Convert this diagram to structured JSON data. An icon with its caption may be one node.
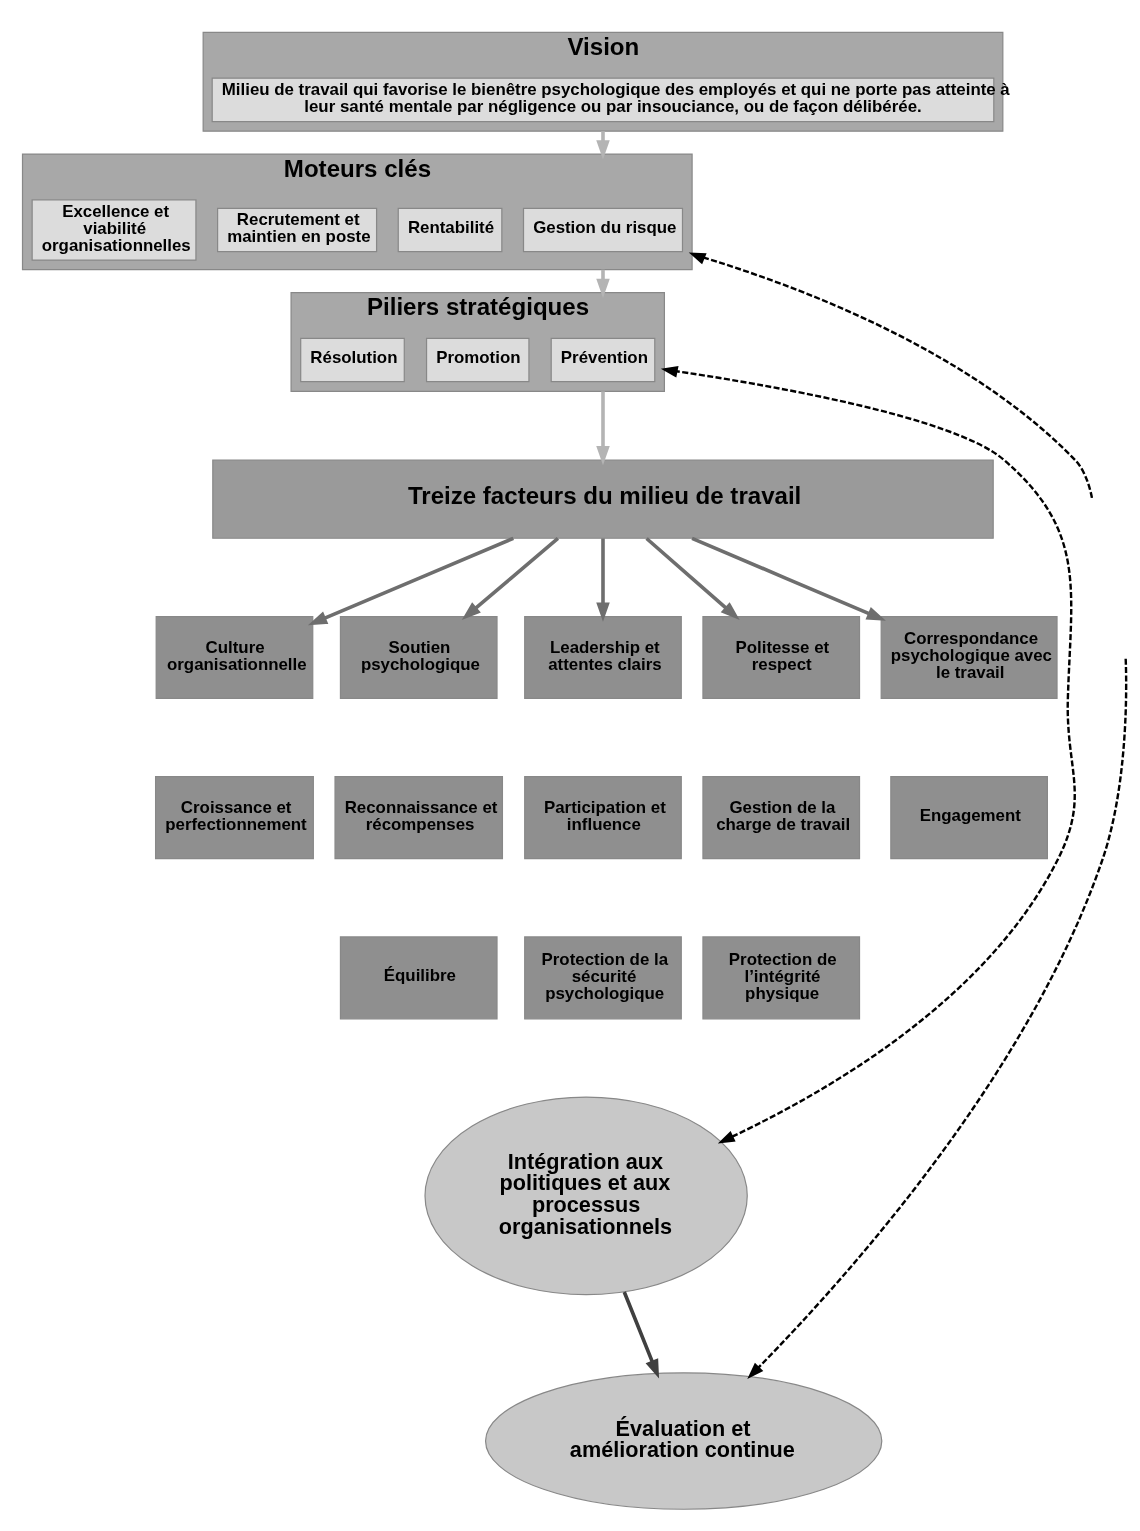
{
  "diagram": {
    "nodes": [
      {
        "text": [
          "Vision"
        ]
      },
      {
        "text": [
          "Milieu de travail qui favorise le bienêtre psychologique des employés et qui ne porte pas atteinte à leur santé mentale par négligence ou par insouciance, ou de façon délibérée."
        ],
        "in": 0
      },
      {
        "text": [
          "Moteurs clés"
        ]
      },
      {
        "text": [
          "Gestion du risque"
        ],
        "in": 2
      },
      {
        "text": [
          "Rentabilité"
        ],
        "in": 2
      },
      {
        "text": [
          "Recrutement et maintien en poste"
        ],
        "in": 2
      },
      {
        "text": [
          "Excellence et viabilité organisationnelles"
        ],
        "in": 2
      },
      {
        "text": [
          "Piliers stratégiques"
        ]
      },
      {
        "text": [
          "Prévention"
        ],
        "in": 7
      },
      {
        "text": [
          "Promotion"
        ],
        "in": 7
      },
      {
        "text": [
          "Résolution"
        ],
        "in": 7
      },
      {
        "text": [
          "Treize facteurs du milieu de travail"
        ]
      },
      {
        "text": [
          "Culture organisationnelle"
        ]
      },
      {
        "text": [
          "Soutien psychologique"
        ]
      },
      {
        "text": [
          "Leadership et attentes clairs"
        ]
      },
      {
        "text": [
          "Politesse et respect"
        ]
      },
      {
        "text": [
          "Correspondance psychologique avec le travail"
        ]
      },
      {
        "text": [
          "Croissance et perfectionnement"
        ]
      },
      {
        "text": [
          "Reconnaissance et récompenses"
        ]
      },
      {
        "text": [
          "Participation et influence"
        ]
      },
      {
        "text": [
          "Gestion de la charge de travail"
        ]
      },
      {
        "text": [
          "Engagement"
        ]
      },
      {
        "text": [
          "Équilibre"
        ]
      },
      {
        "text": [
          "Protection de la sécurité psychologique"
        ]
      },
      {
        "text": [
          "Protection de l’intégrité physique"
        ]
      },
      {
        "text": [
          "Intégration aux politiques et aux processus organisationnels"
        ]
      },
      {
        "text": [
          "Évaluation et amélioration continue"
        ]
      }
    ],
    "edges": [
      {
        "from": 0,
        "to": 2,
        "arrow": "to",
        "color": "#b4b4b4"
      },
      {
        "from": 2,
        "to": 7,
        "arrow": "to",
        "color": "#b4b4b4"
      },
      {
        "from": 7,
        "to": 11,
        "arrow": "to",
        "color": "#b4b4b4"
      },
      {
        "from": 11,
        "to": 12,
        "arrow": "to",
        "color": "#6e6e6e"
      },
      {
        "from": 11,
        "to": 13,
        "arrow": "to",
        "color": "#6e6e6e"
      },
      {
        "from": 11,
        "to": 14,
        "arrow": "to",
        "color": "#6e6e6e"
      },
      {
        "from": 11,
        "to": 15,
        "arrow": "to",
        "color": "#6e6e6e"
      },
      {
        "from": 11,
        "to": 16,
        "arrow": "to",
        "color": "#6e6e6e"
      },
      {
        "from": null,
        "to": 2,
        "arrow": "to",
        "style": "dashed",
        "color": "#000000"
      },
      {
        "from": 25,
        "to": 7,
        "arrow": "both",
        "style": "dashed",
        "color": "#000000"
      },
      {
        "from": null,
        "to": 26,
        "arrow": "to",
        "style": "dashed",
        "color": "#000000"
      },
      {
        "from": 25,
        "to": 26,
        "arrow": "to",
        "color": "#404040"
      }
    ]
  }
}
